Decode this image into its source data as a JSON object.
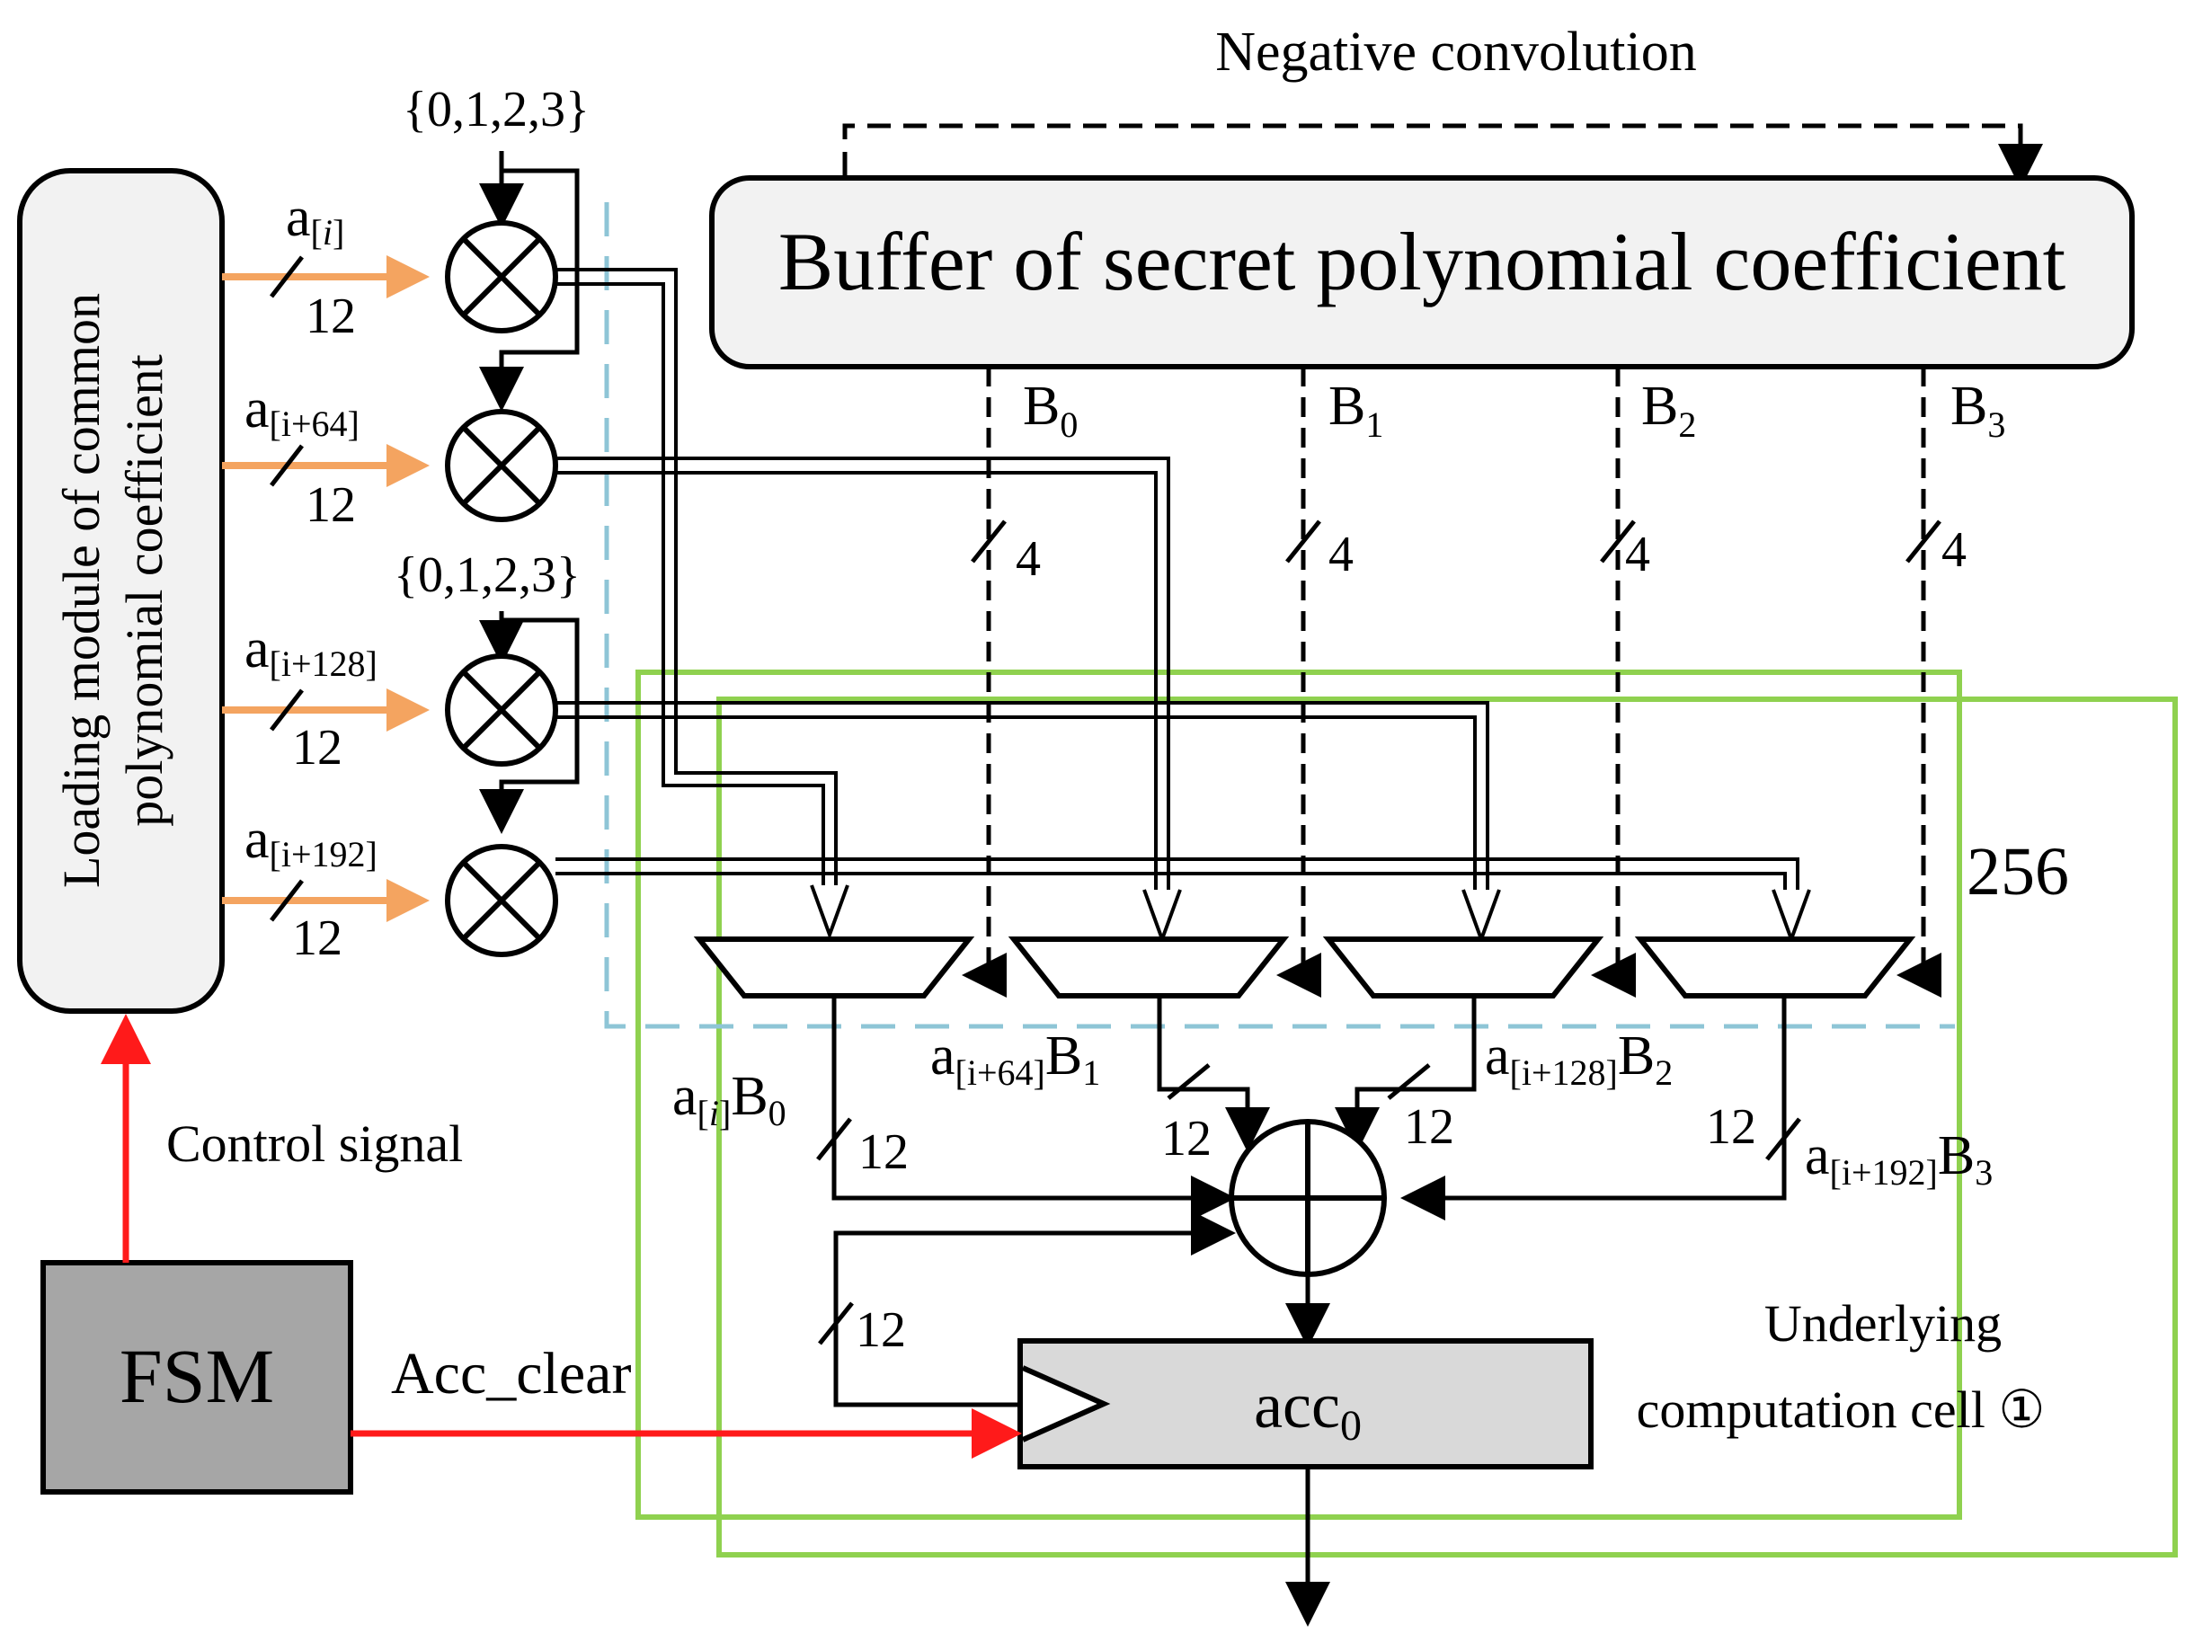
{
  "labels": {
    "negative_convolution": "Negative convolution",
    "buffer_title": "Buffer of secret polynomial coefficient",
    "loading_line1": "Loading module of common",
    "loading_line2": "polynomial coefficient",
    "shift_set_top": "{0,1,2,3}",
    "shift_set_mid": "{0,1,2,3}",
    "control_signal": "Control signal",
    "fsm": "FSM",
    "acc_clear": "Acc_clear",
    "acc_base": "acc",
    "acc_sub": "0",
    "cell_line1": "Underlying",
    "cell_line2": "computation cell ①",
    "count_256": "256",
    "bus_width_a": "12",
    "bus_width_b": "4"
  },
  "inputs": [
    {
      "base": "a",
      "sub": "[i]",
      "sub_italic_i": true
    },
    {
      "base": "a",
      "sub": "[i+64]"
    },
    {
      "base": "a",
      "sub": "[i+128]"
    },
    {
      "base": "a",
      "sub": "[i+192]"
    }
  ],
  "buffer_outputs": [
    {
      "base": "B",
      "sub": "0"
    },
    {
      "base": "B",
      "sub": "1"
    },
    {
      "base": "B",
      "sub": "2"
    },
    {
      "base": "B",
      "sub": "3"
    }
  ],
  "products": [
    {
      "a_sub": "[i]",
      "b_base": "B",
      "b_sub": "0",
      "italic_i": true
    },
    {
      "a_sub": "[i+64]",
      "b_base": "B",
      "b_sub": "1"
    },
    {
      "a_sub": "[i+128]",
      "b_base": "B",
      "b_sub": "2"
    },
    {
      "a_sub": "[i+192]",
      "b_base": "B",
      "b_sub": "3"
    }
  ],
  "colors": {
    "orange_arrow": "#f4a460",
    "red_signal": "#ff1a1a",
    "green_box": "#8fd14f",
    "blue_dashed": "#8ec5d6",
    "fsm_fill": "#a6a6a6",
    "acc_fill": "#d9d9d9",
    "rounded_fill": "#f2f2f2"
  }
}
